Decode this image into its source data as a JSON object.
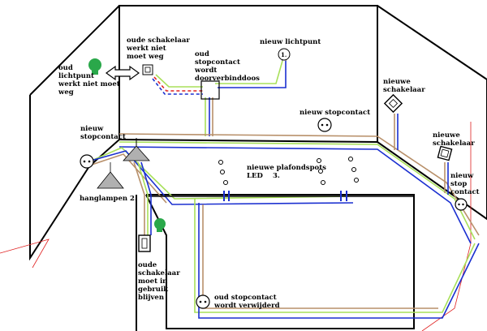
{
  "labels": {
    "old_switch": "oude schakelaar\nwerkt niet\nmoet weg",
    "old_light": "oud\nlichtpunt\nwerkt niet moet\nweg",
    "junction": "oud\nstopcontact\nwordt\ndoorverbinddoos",
    "new_light": "nieuw lichtpunt",
    "light_number": "1.",
    "new_switch_1": "nieuwe\nschakelaar",
    "new_outlet_wall": "nieuw stopcontact",
    "new_outlet_left": "nieuw\nstopcontact",
    "new_switch_2": "nieuwe\nschakelaar",
    "new_outlet_right": "nieuw\nstop\ncontact",
    "spots": "nieuwe plafondspots\nLED",
    "spots_number": "3.",
    "pendants": "hanglampen 2.",
    "keep_switch": "oude\nschakelaar\nmoet in\ngebruik\nblijven",
    "removed_outlet": "oud stopcontact\nwordt verwijderd"
  },
  "colors": {
    "wall": "#000000",
    "wire_green": "#a8e05a",
    "wire_blue": "#1a2fd0",
    "wire_brown": "#b8906a",
    "wire_red": "#e02020",
    "bulb_green": "#2aa84a"
  }
}
